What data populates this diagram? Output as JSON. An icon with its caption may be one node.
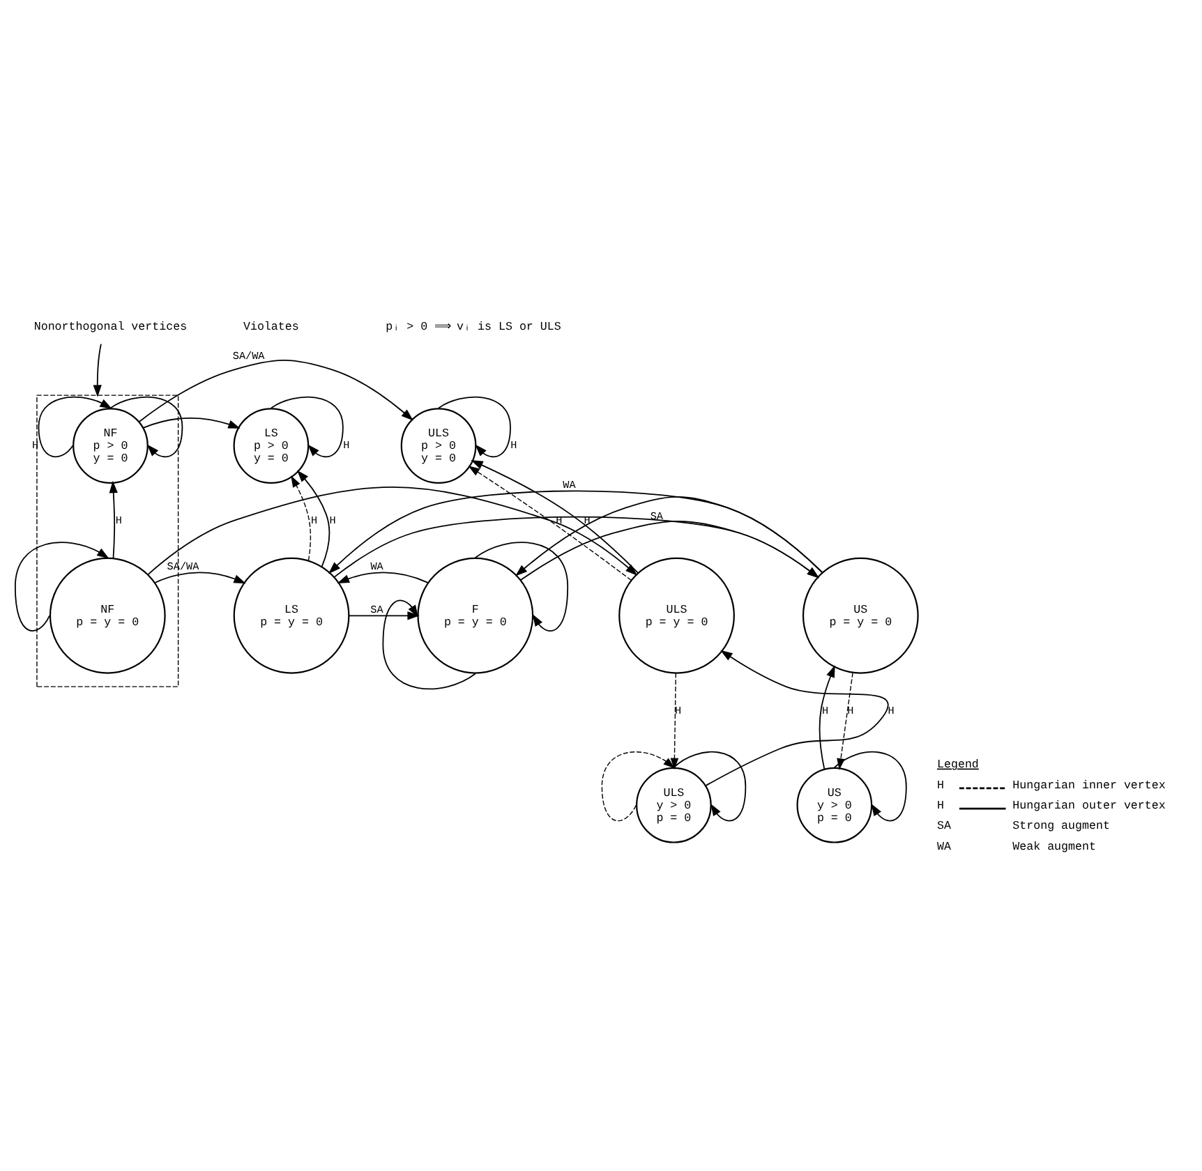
{
  "diagram": {
    "nodes": [
      {
        "text": [
          "Nonorthogonal vertices"
        ]
      },
      {
        "text": [],
        "shape": "box"
      },
      {
        "text": [
          "NF",
          "p > 0",
          "y = 0"
        ],
        "in": 1
      },
      {
        "text": [
          "LS",
          "p > 0",
          "y = 0"
        ]
      },
      {
        "text": [
          "ULS",
          "p > 0",
          "y = 0"
        ]
      },
      {
        "text": [
          "NF",
          "p = y = 0"
        ],
        "in": 1
      },
      {
        "text": [
          "LS",
          "p = y = 0"
        ]
      },
      {
        "text": [
          "F",
          "p = y = 0"
        ]
      },
      {
        "text": [
          "ULS",
          "p = y = 0"
        ]
      },
      {
        "text": [
          "US",
          "p = y = 0"
        ]
      },
      {
        "text": [
          "ULS",
          "y > 0",
          "p = 0"
        ]
      },
      {
        "text": [
          "US",
          "y > 0",
          "p = 0"
        ]
      }
    ],
    "edges": [
      {
        "from": 0,
        "to": 1,
        "arrow": "to"
      },
      {
        "from": 2,
        "to": 2,
        "arrow": "to",
        "label": "H"
      },
      {
        "from": 2,
        "to": 2,
        "arrow": "to"
      },
      {
        "from": 2,
        "to": 3,
        "arrow": "to"
      },
      {
        "from": 2,
        "to": 4,
        "arrow": "to",
        "label": "SA/WA"
      },
      {
        "from": 3,
        "to": 3,
        "arrow": "to",
        "label": "H"
      },
      {
        "from": 6,
        "to": 3,
        "arrow": "to",
        "label": "H",
        "style": "dashed"
      },
      {
        "from": 6,
        "to": 3,
        "arrow": "to",
        "label": "H"
      },
      {
        "from": 4,
        "to": 4,
        "arrow": "to",
        "label": "H"
      },
      {
        "from": 8,
        "to": 4,
        "arrow": "to",
        "label": "H",
        "style": "dashed"
      },
      {
        "from": 8,
        "to": 4,
        "arrow": "to",
        "label": "H"
      },
      {
        "from": 5,
        "to": 2,
        "arrow": "to",
        "label": "H"
      },
      {
        "from": 5,
        "to": 5,
        "arrow": "to"
      },
      {
        "from": 5,
        "to": 6,
        "arrow": "to",
        "label": "SA/WA"
      },
      {
        "from": 5,
        "to": 8,
        "arrow": "to"
      },
      {
        "from": 6,
        "to": 7,
        "arrow": "to",
        "label": "SA"
      },
      {
        "from": 6,
        "to": 9,
        "arrow": "to"
      },
      {
        "from": 7,
        "to": 6,
        "arrow": "to",
        "label": "WA"
      },
      {
        "from": 7,
        "to": 7,
        "arrow": "to"
      },
      {
        "from": 7,
        "to": 7,
        "arrow": "to"
      },
      {
        "from": 7,
        "to": 9,
        "arrow": "to",
        "label": "SA"
      },
      {
        "from": 9,
        "to": 6,
        "arrow": "to",
        "label": "WA"
      },
      {
        "from": 9,
        "to": 7,
        "arrow": "to"
      },
      {
        "from": 8,
        "to": 10,
        "arrow": "to",
        "label": "H",
        "style": "dashed"
      },
      {
        "from": 10,
        "to": 8,
        "arrow": "to",
        "label": "H"
      },
      {
        "from": 10,
        "to": 10,
        "arrow": "to",
        "style": "dashed"
      },
      {
        "from": 10,
        "to": 10,
        "arrow": "to"
      },
      {
        "from": 9,
        "to": 11,
        "arrow": "to",
        "label": "H",
        "style": "dashed"
      },
      {
        "from": 11,
        "to": 9,
        "arrow": "to",
        "label": "H"
      },
      {
        "from": 11,
        "to": 11,
        "arrow": "to"
      }
    ],
    "labels": [
      "Violates",
      "pᵢ > 0 ⟹ vᵢ is LS or ULS",
      "Legend",
      "H",
      "H",
      "SA",
      "WA"
    ],
    "legend": [
      {
        "text": "Hungarian inner vertex"
      },
      {
        "text": "Hungarian outer vertex"
      },
      {
        "text": "Strong augment"
      },
      {
        "text": "Weak augment"
      }
    ]
  }
}
